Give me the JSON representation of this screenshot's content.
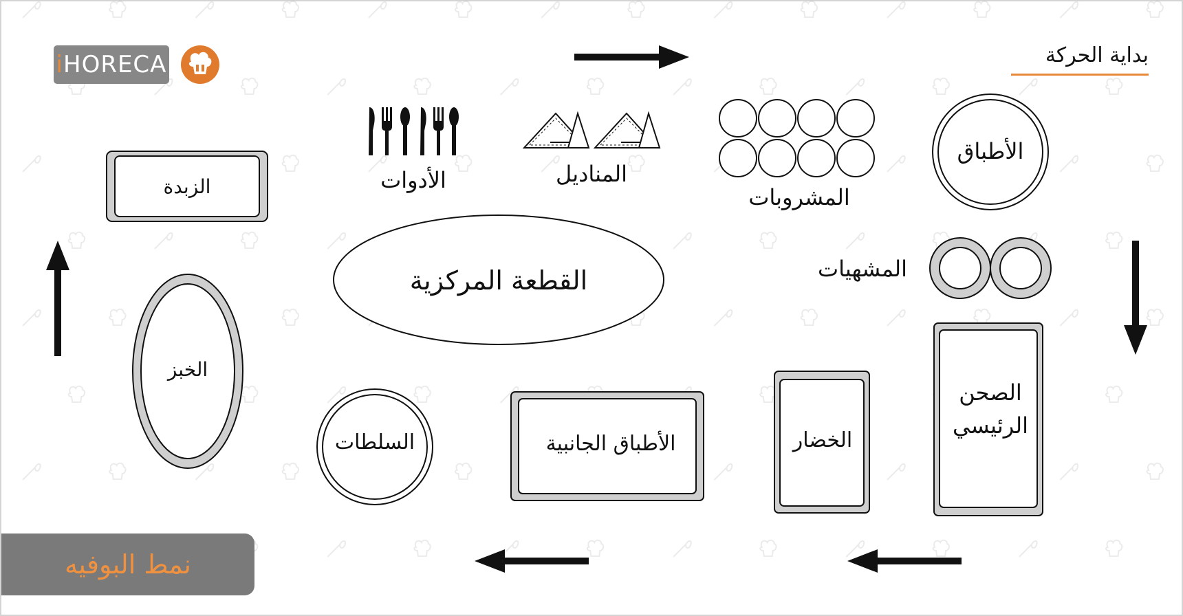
{
  "brand": {
    "logo_text": "iHORECA",
    "logo_i": "i",
    "logo_rest": "HORECA"
  },
  "header": {
    "start_label": "بداية الحركة"
  },
  "banner": {
    "title": "نمط البوفيه"
  },
  "stations": {
    "plates": "الأطباق",
    "drinks": "المشروبات",
    "napkins": "المناديل",
    "utensils": "الأدوات",
    "butter": "الزبدة",
    "centerpiece": "القطعة المركزية",
    "appetizers": "المشهيات",
    "main_dish_line1": "الصحن",
    "main_dish_line2": "الرئيسي",
    "vegetables": "الخضار",
    "side_dishes": "الأطباق الجانبية",
    "salads": "السلطات",
    "bread": "الخبز"
  },
  "colors": {
    "accent": "#e8893a",
    "logo_bg": "#878787",
    "banner_bg": "#7a7a7a",
    "banner_text": "#f09140",
    "tray_fill": "#cfcfcf",
    "stroke": "#111111"
  },
  "icons": {
    "flow_arrow": "arrow-icon",
    "drinks": "glass-icon",
    "napkins": "folded-napkin-icon",
    "utensils": "cutlery-icon",
    "badge": "chef-hat-icon"
  }
}
